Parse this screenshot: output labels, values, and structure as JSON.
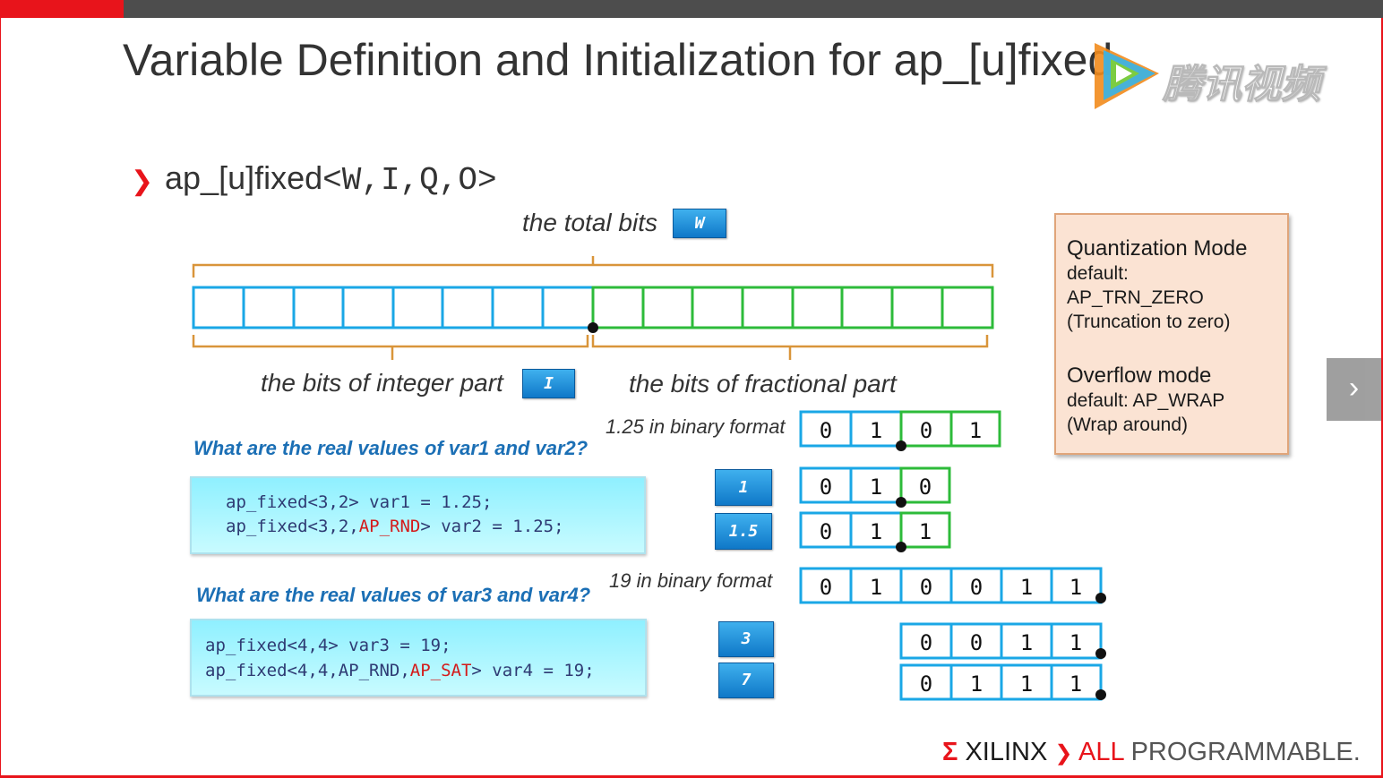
{
  "slide": {
    "title": "Variable Definition and Initialization for ap_[u]fixed",
    "signature_prefix": "ap_[u]fixed",
    "signature_params": "<W,I,Q,O>"
  },
  "diagram": {
    "total_bits_label": "the total bits",
    "total_bits_tag": "W",
    "integer_label": "the bits of integer part",
    "integer_tag": "I",
    "fraction_label": "the bits of fractional part"
  },
  "example1": {
    "question": "What are the real values of var1 and var2?",
    "binary_label": "1.25 in binary format",
    "binary_bits": [
      "0",
      "1",
      "0",
      "1"
    ],
    "code_line1": "ap_fixed<3,2> var1 = 1.25;",
    "code_line2_a": "ap_fixed<3,2,",
    "code_line2_red": "AP_RND",
    "code_line2_b": "> var2 = 1.25;",
    "result1": "1",
    "result1_bits": [
      "0",
      "1",
      "0"
    ],
    "result2": "1.5",
    "result2_bits": [
      "0",
      "1",
      "1"
    ]
  },
  "example2": {
    "question": "What are the real values of var3 and var4?",
    "binary_label": "19 in binary format",
    "binary_bits": [
      "0",
      "1",
      "0",
      "0",
      "1",
      "1"
    ],
    "code_line1": "ap_fixed<4,4> var3 = 19;",
    "code_line2_a": "ap_fixed<4,4,AP_RND,",
    "code_line2_red": "AP_SAT",
    "code_line2_b": "> var4 = 19;",
    "result3": "3",
    "result3_bits": [
      "0",
      "0",
      "1",
      "1"
    ],
    "result4": "7",
    "result4_bits": [
      "0",
      "1",
      "1",
      "1"
    ]
  },
  "quant_box": {
    "quant_title": "Quantization Mode",
    "quant_default_label": "default:",
    "quant_default_value": "AP_TRN_ZERO",
    "quant_desc": "(Truncation to zero)",
    "overflow_title": "Overflow mode",
    "overflow_default": "default: AP_WRAP",
    "overflow_desc": "(Wrap around)"
  },
  "watermark_text": "腾讯视频",
  "footer": {
    "brand": "XILINX",
    "tagline_a": "ALL",
    "tagline_b": "PROGRAMMABLE."
  },
  "colors": {
    "accent_red": "#e8141b",
    "integer_blue": "#1aa7e6",
    "fraction_green": "#2dbb3a",
    "bracket_orange": "#d9953a",
    "question_blue": "#1b6fb5"
  },
  "icons": {
    "next": "chevron-right-icon",
    "bullet": "bullet-arrow-icon",
    "logo": "xilinx-logo-icon"
  }
}
